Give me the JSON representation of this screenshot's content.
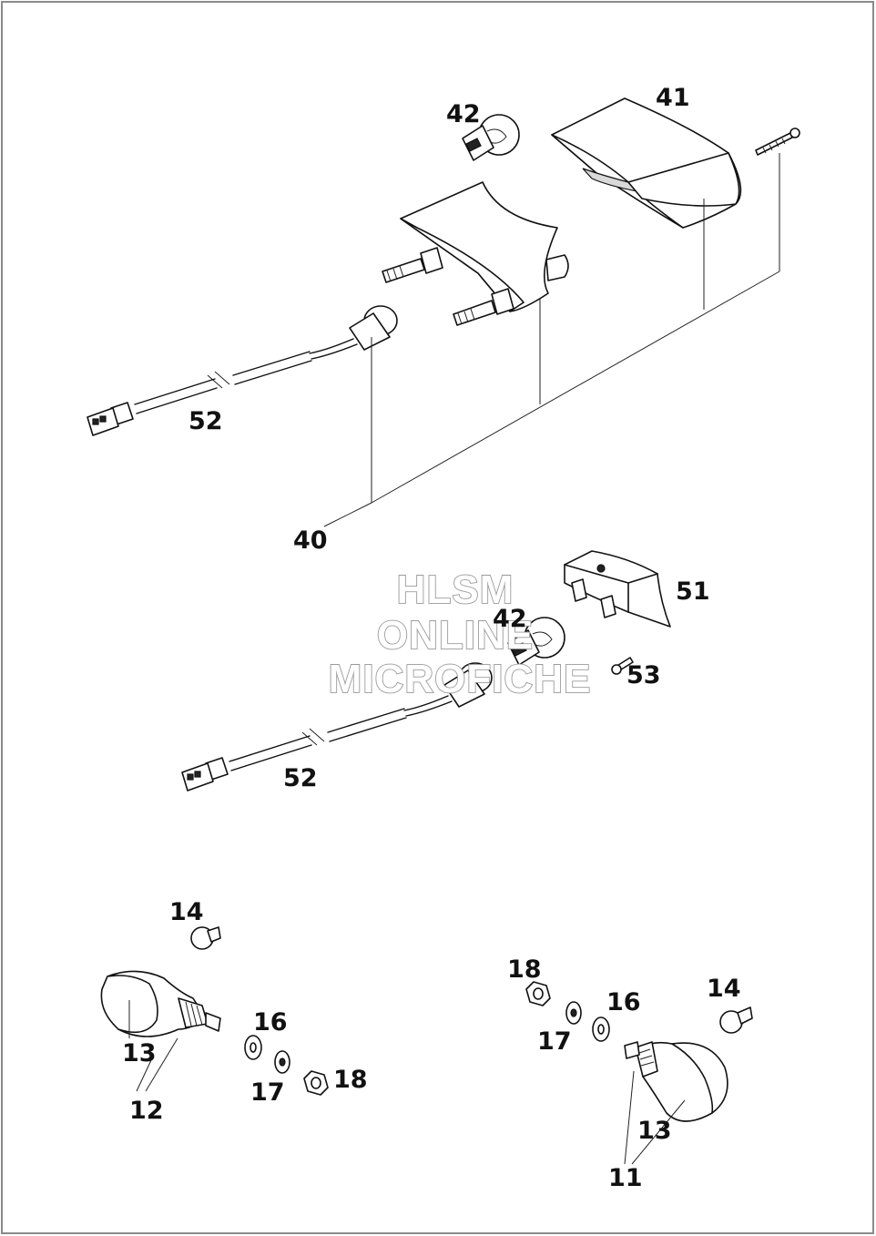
{
  "callouts": {
    "c40": "40",
    "c41": "41",
    "c42a": "42",
    "c52a": "52",
    "c51": "51",
    "c42b": "42",
    "c53": "53",
    "c52b": "52",
    "c14a": "14",
    "c16a": "16",
    "c13a": "13",
    "c17a": "17",
    "c18a": "18",
    "c12": "12",
    "c18b": "18",
    "c16b": "16",
    "c17b": "17",
    "c14b": "14",
    "c13b": "13",
    "c11": "11"
  },
  "watermark": {
    "line1": "HLSM",
    "line2": "ONLINE",
    "line3": "MICROFICHE"
  },
  "colors": {
    "ink": "#111111",
    "frame": "#8a8a8a",
    "watermark_outline": "#9a9a9a"
  }
}
